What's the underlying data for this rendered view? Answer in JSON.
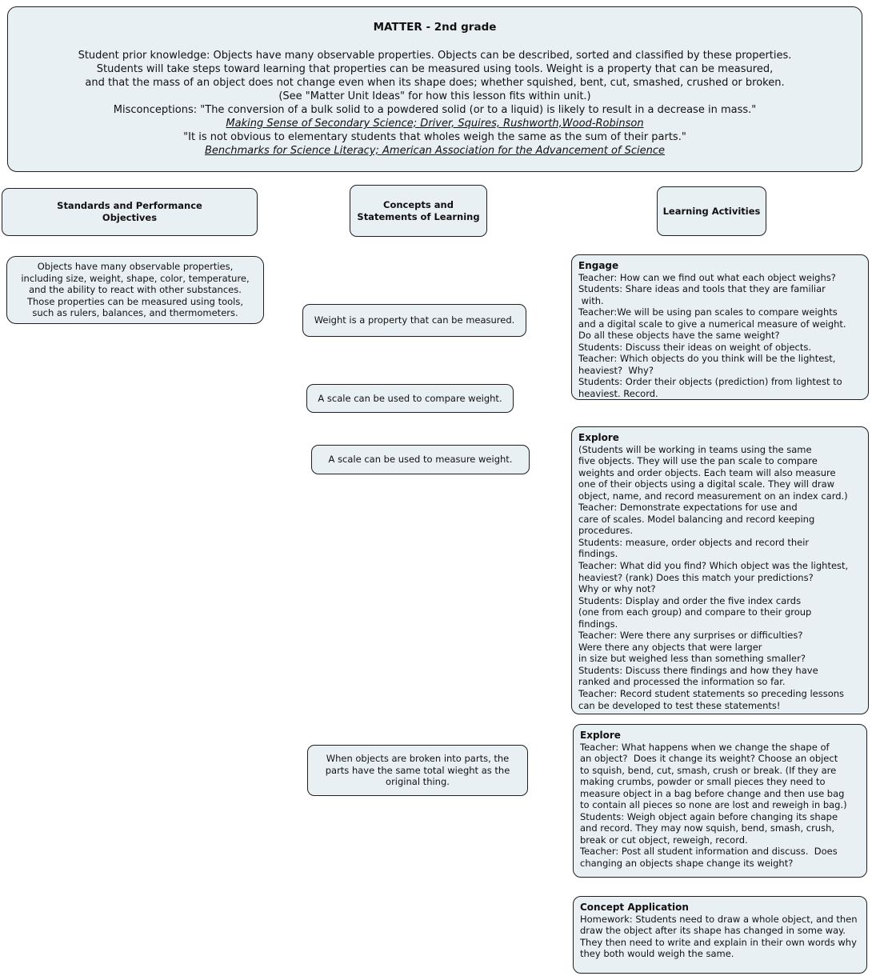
{
  "overview": {
    "title": "MATTER - 2nd grade",
    "lines": [
      "Student prior knowledge: Objects have many observable properties. Objects can be described, sorted and classified by these properties.",
      "Students will take steps toward learning that properties can be measured using tools. Weight is a property that can be measured,",
      "and that the mass of an object does not change even when its shape does; whether squished, bent, cut, smashed, crushed or broken.",
      "(See \"Matter Unit Ideas\" for how this lesson fits within unit.)",
      "Misconceptions: \"The conversion of a bulk solid to a powdered solid (or to a liquid) is likely to result in a decrease in mass.\"",
      "Making Sense of Secondary Science; Driver, Squires, Rushworth,Wood-Robinson",
      "\"It is not obvious to elementary students that wholes weigh the same as the sum of their parts.\"",
      "Benchmarks for Science Literacy; American Association for the Advancement of Science"
    ]
  },
  "column_headers": {
    "standards": "Standards and Performance\nObjectives",
    "concepts": "Concepts and\nStatements of Learning",
    "activities": "Learning Activities"
  },
  "standards": {
    "objective": "Objects have many observable properties,\nincluding size, weight, shape, color, temperature,\nand the ability to react with other substances.\nThose properties can be measured using tools,\nsuch as rulers, balances, and thermometers."
  },
  "concepts": [
    {
      "text": "Weight is a property that can be measured."
    },
    {
      "text": "A scale can be used to compare weight."
    },
    {
      "text": "A scale can be used to measure weight."
    },
    {
      "text": "When objects are broken into parts, the\nparts have the same total wieght as the\noriginal thing."
    }
  ],
  "activities": [
    {
      "title": "Engage",
      "body": "Teacher: How can we find out what each object weighs?\nStudents: Share ideas and tools that they are familiar\n with.\nTeacher:We will be using pan scales to compare weights\nand a digital scale to give a numerical measure of weight.\nDo all these objects have the same weight?\nStudents: Discuss their ideas on weight of objects.\nTeacher: Which objects do you think will be the lightest,\nheaviest?  Why?\nStudents: Order their objects (prediction) from lightest to\nheaviest. Record."
    },
    {
      "title": "Explore",
      "body": "(Students will be working in teams using the same\nfive objects. They will use the pan scale to compare\nweights and order objects. Each team will also measure\none of their objects using a digital scale. They will draw\nobject, name, and record measurement on an index card.)\nTeacher: Demonstrate expectations for use and\ncare of scales. Model balancing and record keeping\nprocedures.\nStudents: measure, order objects and record their\nfindings.\nTeacher: What did you find? Which object was the lightest,\nheaviest? (rank) Does this match your predictions?\nWhy or why not?\nStudents: Display and order the five index cards\n(one from each group) and compare to their group\nfindings.\nTeacher: Were there any surprises or difficulties?\nWere there any objects that were larger\nin size but weighed less than something smaller?\nStudents: Discuss there findings and how they have\nranked and processed the information so far.\nTeacher: Record student statements so preceding lessons\ncan be developed to test these statements!"
    },
    {
      "title": "Explore",
      "body": "Teacher: What happens when we change the shape of\nan object?  Does it change its weight? Choose an object\nto squish, bend, cut, smash, crush or break. (If they are\nmaking crumbs, powder or small pieces they need to\nmeasure object in a bag before change and then use bag\nto contain all pieces so none are lost and reweigh in bag.)\nStudents: Weigh object again before changing its shape\nand record. They may now squish, bend, smash, crush,\nbreak or cut object, reweigh, record.\nTeacher: Post all student information and discuss.  Does\nchanging an objects shape change its weight?"
    },
    {
      "title": "Concept Application",
      "body": "Homework: Students need to draw a whole object, and then\ndraw the object after its shape has changed in some way.\nThey then need to write and explain in their own words why\nthey both would weigh the same."
    }
  ],
  "colors": {
    "box_fill": "#e9f0f4",
    "box_border": "#1f1f1f",
    "text": "#111111"
  }
}
